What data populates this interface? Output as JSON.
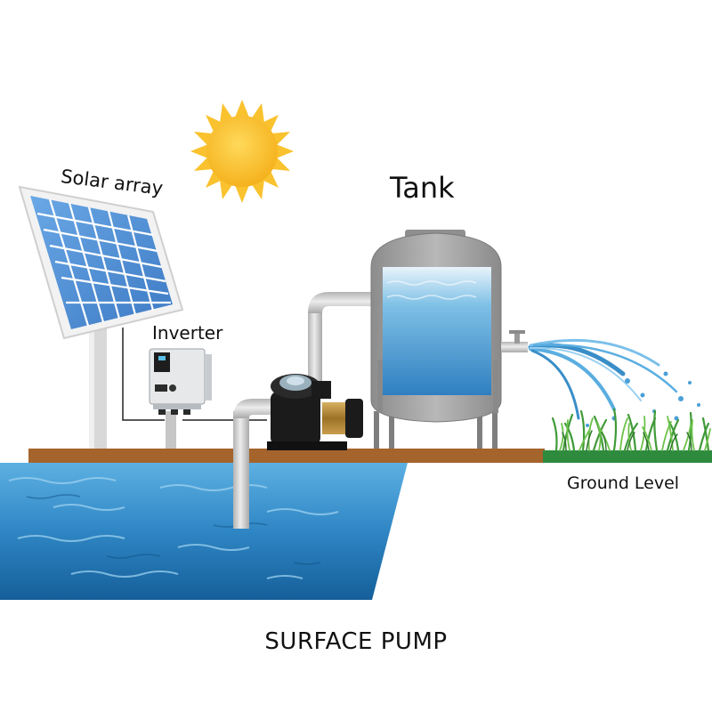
{
  "labels": {
    "solar_array": "Solar array",
    "inverter": "Inverter",
    "tank": "Tank",
    "ground_level": "Ground Level",
    "title": "SURFACE PUMP"
  },
  "colors": {
    "ground": "#a5642c",
    "grass_strip": "#2e8b3e",
    "water_light": "#4aa0d6",
    "water_dark": "#155f9a",
    "tank_body": "#a5a5a5",
    "panel_cell": "#4f8ed6",
    "sun": "#f9c22e",
    "pipe": "#c9c9c9",
    "pump_body": "#1b1b1b",
    "pump_brass": "#b58a3a"
  },
  "icons": [
    "sun-icon",
    "solar-panel-icon",
    "inverter-icon",
    "tank-icon",
    "pump-icon",
    "faucet-icon",
    "grass-icon",
    "water-spray-icon"
  ]
}
